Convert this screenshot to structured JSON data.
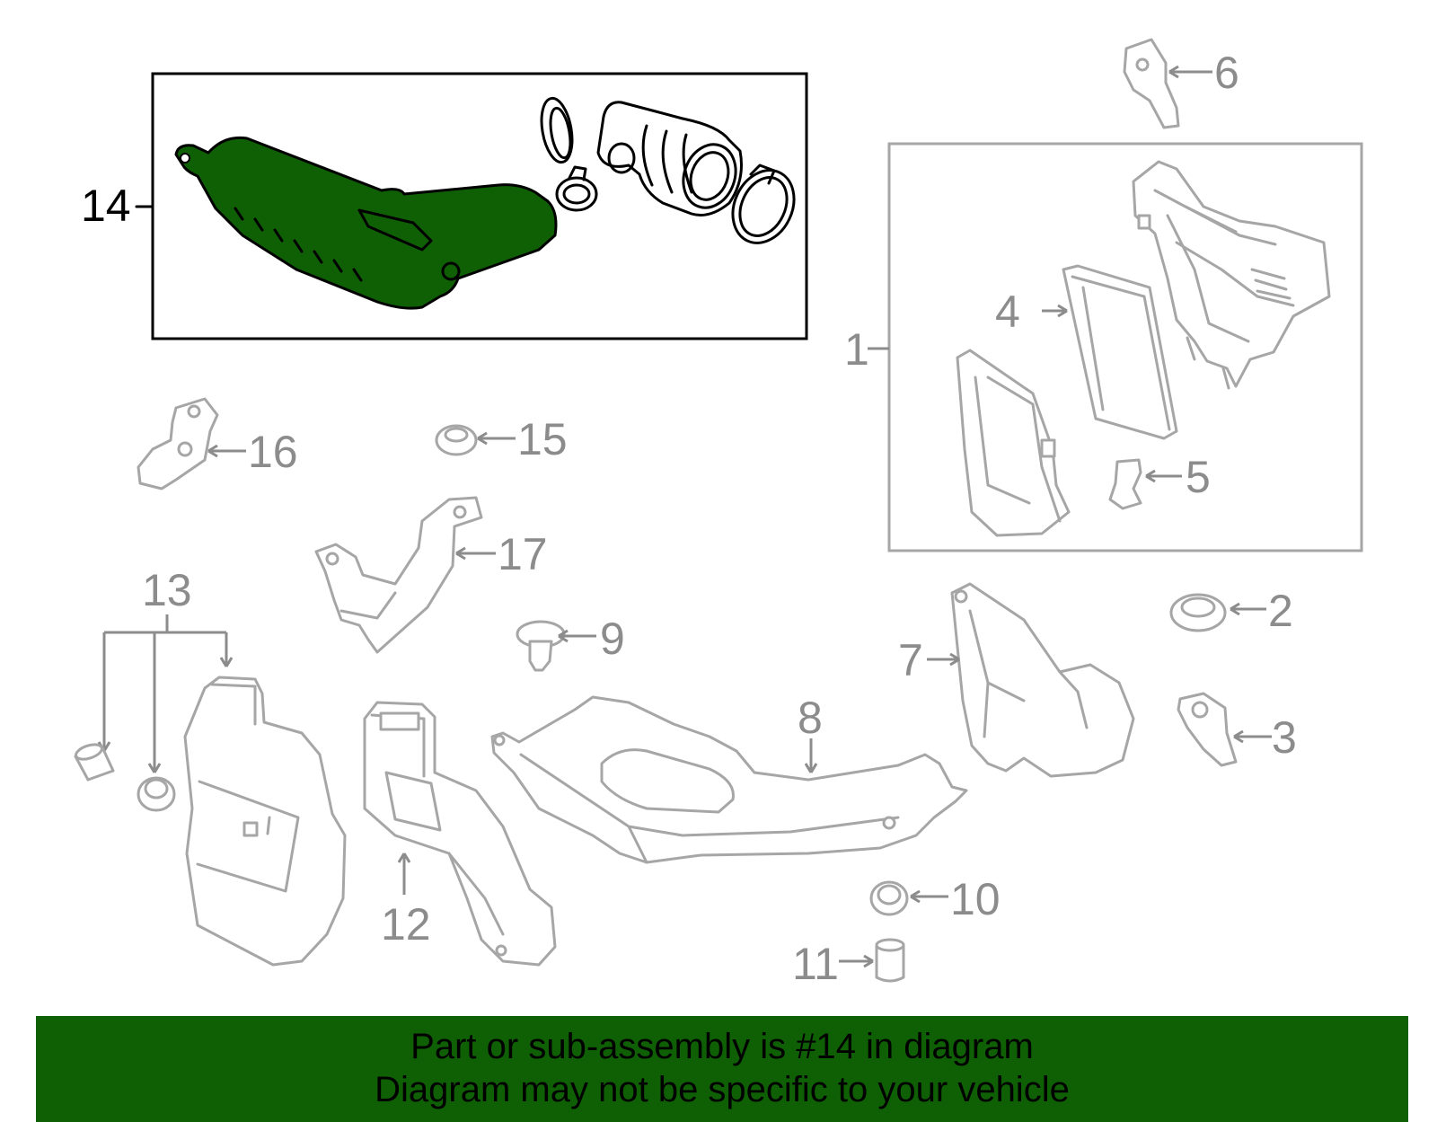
{
  "colors": {
    "highlight": "#0f6005",
    "banner": "#0f6005",
    "part_stroke": "#a6a6a6",
    "label_gray": "#8c8c8c",
    "label_active": "#000000"
  },
  "callouts": {
    "c1": "1",
    "c2": "2",
    "c3": "3",
    "c4": "4",
    "c5": "5",
    "c6": "6",
    "c7": "7",
    "c8": "8",
    "c9": "9",
    "c10": "10",
    "c11": "11",
    "c12": "12",
    "c13": "13",
    "c14": "14",
    "c15": "15",
    "c16": "16",
    "c17": "17"
  },
  "banner": {
    "line1": "Part or sub-assembly is #14 in diagram",
    "line2": "Diagram may not be specific to your vehicle"
  }
}
